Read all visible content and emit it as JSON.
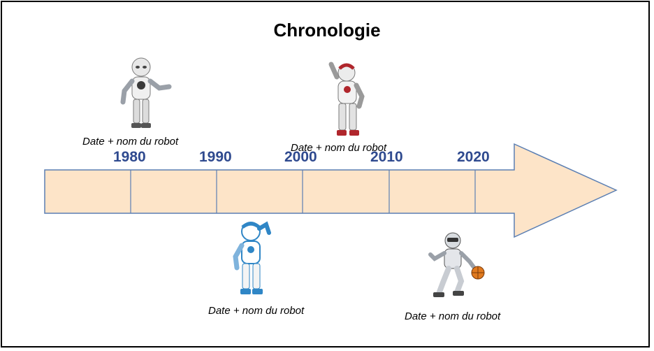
{
  "title": "Chronologie",
  "timeline": {
    "years": [
      "1980",
      "1990",
      "2000",
      "2010",
      "2020"
    ],
    "arrow_fill": "#fde4c8",
    "arrow_stroke": "#5b7fb3",
    "year_color": "#2f4a8f"
  },
  "entries": [
    {
      "caption": "Date + nom du robot",
      "robot_icon": "nao-robot-gray-icon",
      "accent": "#9aa0a8"
    },
    {
      "caption": "Date + nom du robot",
      "robot_icon": "nao-robot-red-icon",
      "accent": "#b0262c"
    },
    {
      "caption": "Date + nom du robot",
      "robot_icon": "nao-robot-blue-icon",
      "accent": "#2f86c6"
    },
    {
      "caption": "Date + nom du robot",
      "robot_icon": "basketball-robot-icon",
      "accent": "#e07a1f"
    }
  ]
}
